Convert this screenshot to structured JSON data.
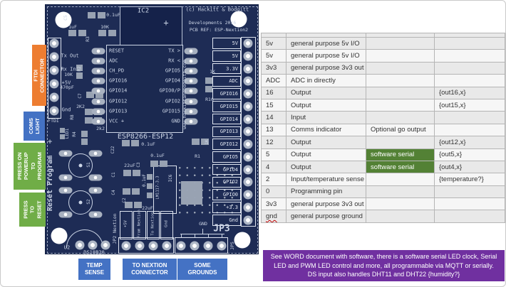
{
  "board": {
    "silk": {
      "ic2": "IC2",
      "ic2p": "+",
      "cr": "(c) Hackitt & Bodgitt",
      "dev": "Developments 2016",
      "ref": "PCB REF: ESP-Nextion2",
      "espname": "ESP8266-ESP12",
      "c5": "C5",
      "c5v": "0.1uF",
      "c1uf": "1uF",
      "r10k_a": "10K",
      "r3": "R3",
      "r2": "R2",
      "r10k_b": "10K",
      "c470": "470pF",
      "c7": "C7",
      "r2k2a": "2K2",
      "r8": "R8",
      "r4": "R4",
      "r2k2b": "2k2",
      "ftdi": "FTDI",
      "led1": "LED1",
      "plus": "+",
      "tx_out": "Tx Out",
      "rx_in": "Rx In",
      "p5v": "+5V",
      "gnd_f": "Gnd",
      "site": "www.hackittandbodgitt.com",
      "r1k_a": "1K",
      "r16": "R16",
      "c22": "C22",
      "c01a": "0.1uF",
      "c01b": "0.1uF",
      "c22uf_a": "22uF",
      "c3": "C3",
      "c1": "C1",
      "c01c": "0.1uF",
      "c4": "C4",
      "c2": "C2",
      "c22uf_b": "22uF",
      "lm": "LM1117-3.3",
      "ic6": "IC6",
      "r1": "R1",
      "r1k_b": "1K",
      "u2": "U2",
      "ds": "DS18B20",
      "jp2": "JP2 Nextion",
      "jp2_p1": "+5V",
      "jp2_p2": "From Nextion",
      "jp2_p3": "To Nextion",
      "jp2_p4": "Gnd",
      "gnd_lbl": "GND",
      "jp3": "JP3",
      "jp5": "JP5",
      "rstprg": "Reset Program",
      "s1": "S1",
      "s2": "S2"
    },
    "esp": {
      "left_pins": [
        "RESET",
        "ADC",
        "CH_PD",
        "GPIO16",
        "GPIO14",
        "GPIO12",
        "GPIO13",
        "VCC +"
      ],
      "right_pins": [
        "TX >",
        "RX <",
        "GPIO5",
        "GPIO4",
        "GPIO0/P",
        "GPIO2",
        "GPIO15",
        "GND"
      ]
    },
    "right_header": [
      "5V",
      "5V",
      "3.3V",
      "ADC",
      "GPIO16",
      "GPIO15",
      "GPIO14",
      "GPIO13",
      "GPIO12",
      "GPIO5",
      "GPIO4",
      "GPIO2",
      "GPIO0",
      "+3.3",
      "Gnd"
    ]
  },
  "callouts": {
    "ftdi": "FTDI CONNECTOR",
    "coms": "COMS\nLIGHT",
    "program": "PRESS ON\nPOWERUP\nTO\nPROGRAM",
    "reset": "PRESS\nTO\nRESET",
    "temp": "TEMP\nSENSE",
    "nextion": "TO NEXTION\nCONNECTOR",
    "grounds": "SOME\nGROUNDS"
  },
  "table": {
    "rows": [
      {
        "pin": "5v",
        "desc": "general purpose 5v I/O",
        "note": "",
        "cmd": ""
      },
      {
        "pin": "5v",
        "desc": "general purpose 5v I/O",
        "note": "",
        "cmd": ""
      },
      {
        "pin": "3v3",
        "desc": "general purpose 3v3 out",
        "note": "",
        "cmd": ""
      },
      {
        "pin": "ADC",
        "desc": "ADC in directly",
        "note": "",
        "cmd": ""
      },
      {
        "pin": "16",
        "desc": "Output",
        "note": "",
        "cmd": "{out16,x}"
      },
      {
        "pin": "15",
        "desc": "Output",
        "note": "",
        "cmd": "{out15,x}"
      },
      {
        "pin": "14",
        "desc": "Input",
        "note": "",
        "cmd": ""
      },
      {
        "pin": "13",
        "desc": "Comms indicator",
        "note": "Optional go output",
        "cmd": ""
      },
      {
        "pin": "12",
        "desc": "Output",
        "note": "",
        "cmd": "{out12,x}"
      },
      {
        "pin": "5",
        "desc": "Output",
        "note": "software serial",
        "green": true,
        "cmd": "{out5,x}"
      },
      {
        "pin": "4",
        "desc": "Output",
        "note": "software serial",
        "green": true,
        "cmd": "{out4,x}"
      },
      {
        "pin": "2",
        "desc": "Input/temperature sense",
        "note": "",
        "cmd": "{temperature?}"
      },
      {
        "pin": "0",
        "desc": "Programming pin",
        "note": "",
        "cmd": ""
      },
      {
        "pin": "3v3",
        "desc": "general purpose 3v3 out",
        "note": "",
        "cmd": ""
      },
      {
        "pin": "gnd",
        "desc": "general purpose ground",
        "note": "",
        "cmd": "",
        "wavy": true
      }
    ]
  },
  "note": "See WORD document with software, there is a software serial LED clock, Serial LED and PWM LED control and more, all programmable via MQTT or serially. DS input also handles DHT11 and DHT22 {humidity?}",
  "colors": {
    "board": "#1e2c55",
    "green_cell": "#538135",
    "purple": "#7030a0",
    "blue": "#4472c4",
    "orange": "#ed7d31",
    "green_label": "#70ad47"
  }
}
